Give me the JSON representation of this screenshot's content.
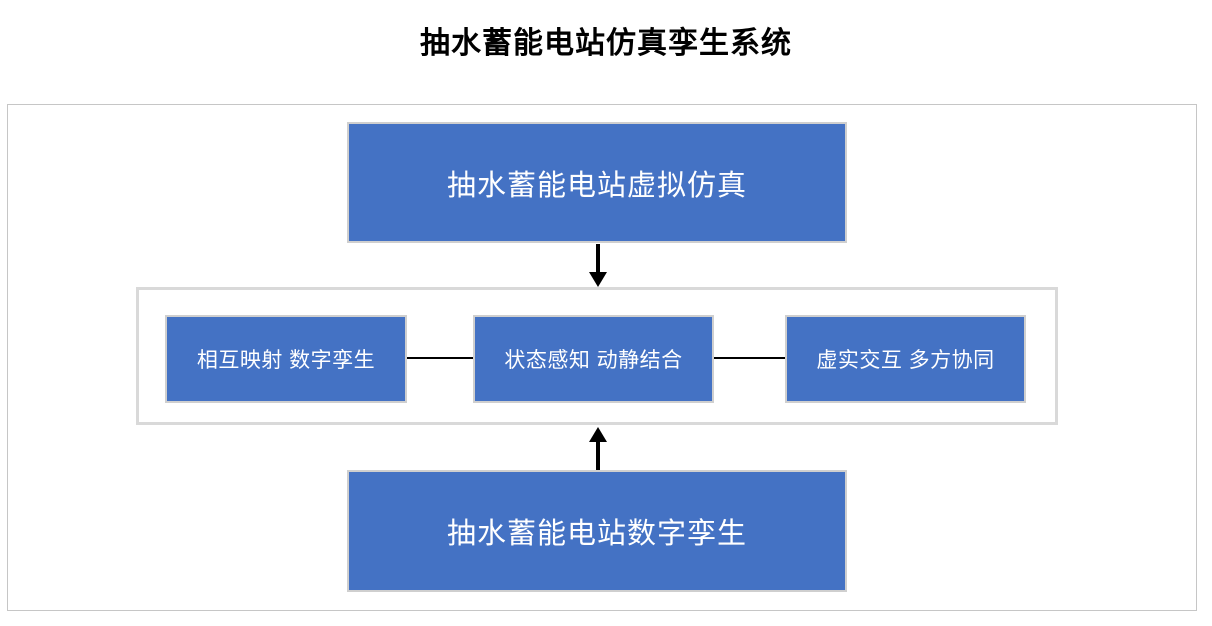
{
  "title": "抽水蓄能电站仿真孪生系统",
  "colors": {
    "box_fill": "#4472c4",
    "box_border": "#cfcfcf",
    "box_text": "#ffffff",
    "outer_border": "#c6c6c6",
    "inner_border": "#d9d9d9",
    "line_color": "#000000",
    "title_color": "#000000"
  },
  "diagram": {
    "top_box": {
      "label": "抽水蓄能电站虚拟仿真"
    },
    "middle_boxes": [
      {
        "label": "相互映射 数字孪生"
      },
      {
        "label": "状态感知 动静结合"
      },
      {
        "label": "虚实交互 多方协同"
      }
    ],
    "bottom_box": {
      "label": "抽水蓄能电站数字孪生"
    }
  }
}
